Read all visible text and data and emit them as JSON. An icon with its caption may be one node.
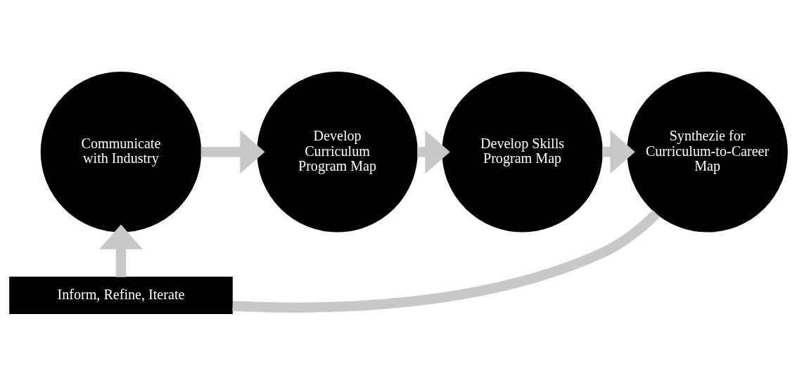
{
  "diagram": {
    "nodes": [
      {
        "text": [
          "Communicate with Industry"
        ]
      },
      {
        "text": [
          "Develop Curriculum Program Map"
        ]
      },
      {
        "text": [
          "Develop Skills Program Map"
        ]
      },
      {
        "text": [
          "Synthezie for Curriculum-to-Career Map"
        ]
      },
      {
        "text": [
          "Inform, Refine, Iterate"
        ]
      }
    ],
    "edges": [
      {
        "from": 0,
        "to": 1,
        "arrow": "to"
      },
      {
        "from": 1,
        "to": 2,
        "arrow": "to"
      },
      {
        "from": 2,
        "to": 3,
        "arrow": "to"
      },
      {
        "from": 3,
        "to": 4,
        "arrow": "none"
      },
      {
        "from": 4,
        "to": 0,
        "arrow": "to"
      }
    ]
  }
}
